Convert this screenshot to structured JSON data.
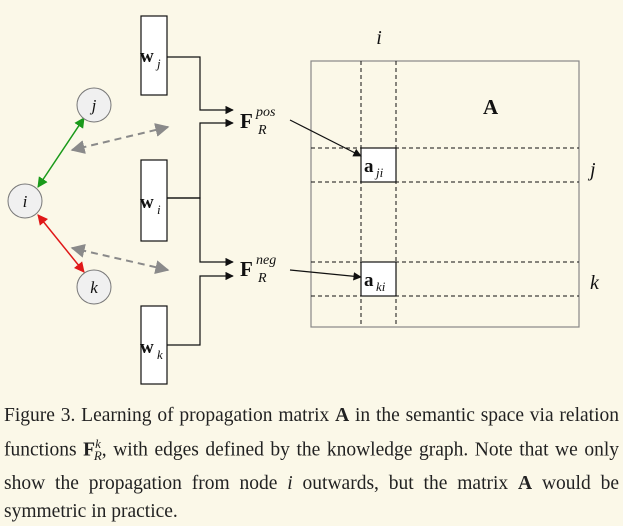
{
  "diagram": {
    "nodes": {
      "j": "j",
      "i": "i",
      "k": "k"
    },
    "vectors": {
      "wj_main": "w",
      "wj_sub": "j",
      "wi_main": "w",
      "wi_sub": "i",
      "wk_main": "w",
      "wk_sub": "k"
    },
    "functions": {
      "pos_main": "F",
      "pos_sup": "pos",
      "pos_sub": "R",
      "neg_main": "F",
      "neg_sup": "neg",
      "neg_sub": "R"
    },
    "matrix": {
      "name": "A",
      "col_label": "i",
      "row_label_j": "j",
      "row_label_k": "k",
      "cell_ji_main": "a",
      "cell_ji_sub": "ji",
      "cell_ki_main": "a",
      "cell_ki_sub": "ki"
    },
    "colors": {
      "edge_ij": "#1a9a1a",
      "edge_ik": "#e01818",
      "dashed": "#8a8a8a"
    }
  },
  "caption": {
    "p1": "Figure 3. Learning of propagation matrix ",
    "A1": "A",
    "p2": " in the semantic space via relation functions ",
    "F": "F",
    "Fsup": "k",
    "Fsub": "R",
    "p3": ", with edges defined by the knowledge graph. Note that we only show the propagation from node ",
    "i": "i",
    "p4": " outwards, but the matrix ",
    "A2": "A",
    "p5": " would be symmetric in practice."
  }
}
